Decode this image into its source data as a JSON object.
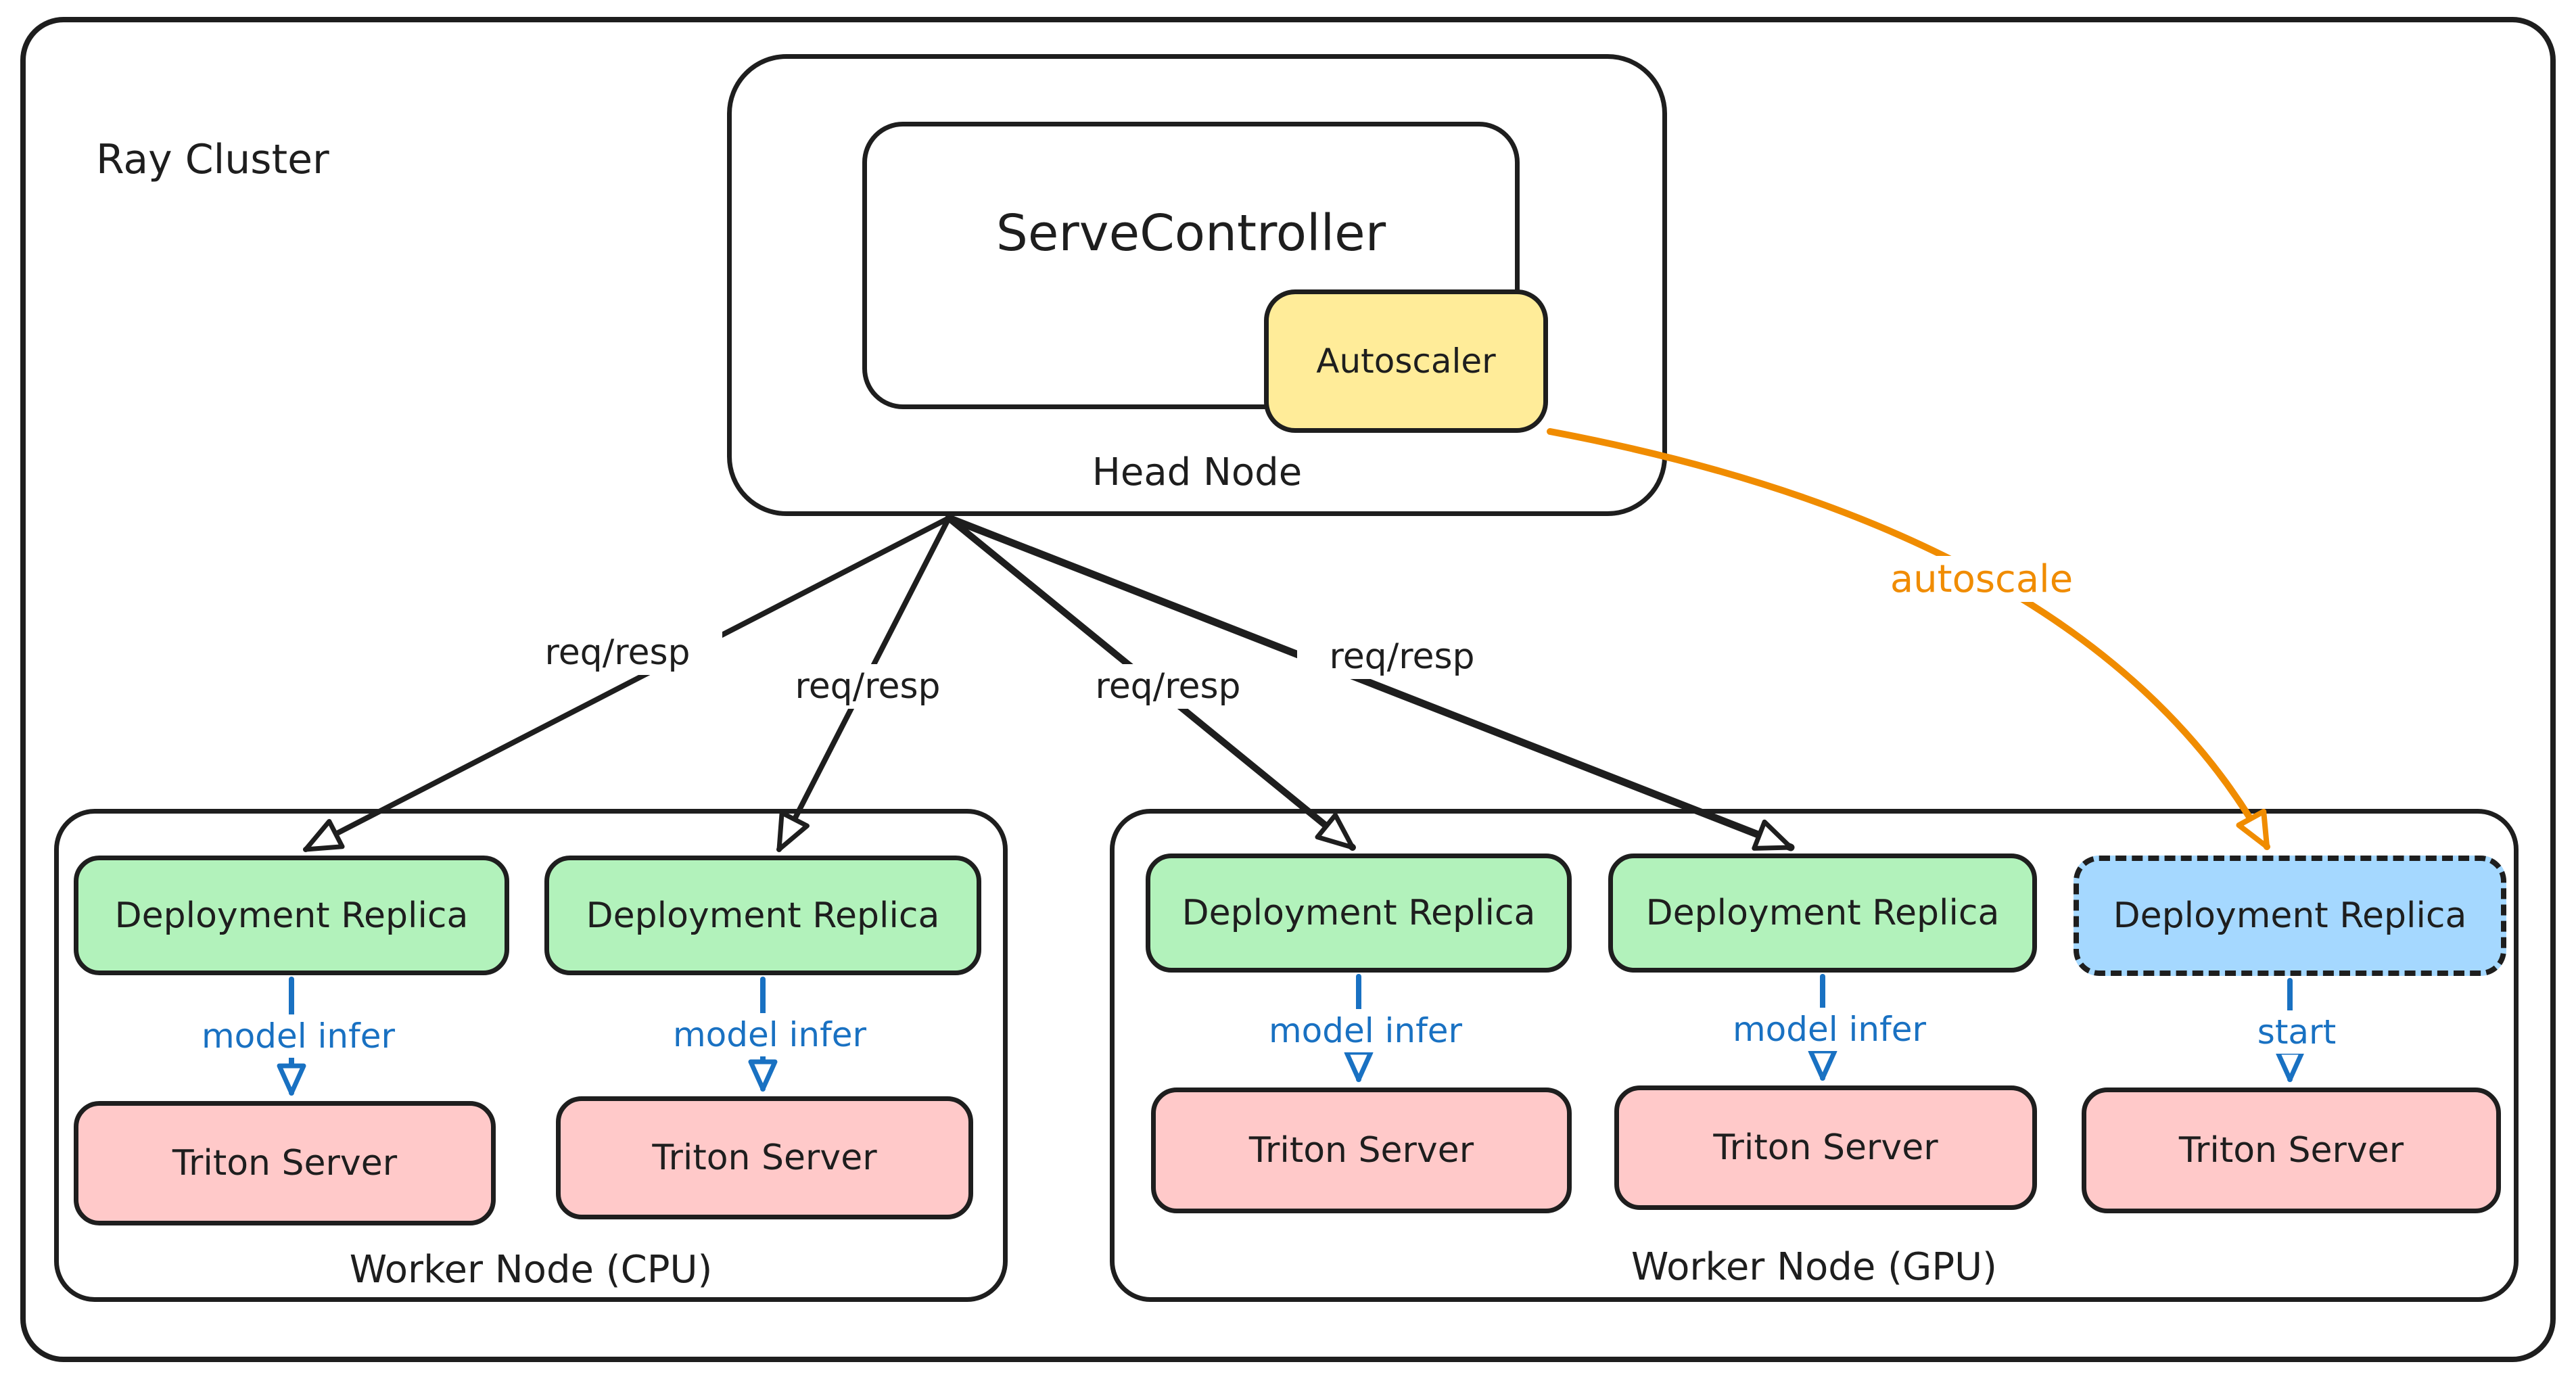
{
  "colors": {
    "stroke": "#1e1e1e",
    "replica_green": "#b2f2bb",
    "server_red": "#ffc9c9",
    "autoscaler_yellow": "#ffec99",
    "pending_blue": "#a5d8ff",
    "action_blue": "#1971c2",
    "autoscale_orange": "#f08c00"
  },
  "cluster": {
    "label": "Ray Cluster"
  },
  "head_node": {
    "label": "Head Node",
    "serve_controller_label": "ServeController",
    "autoscaler_label": "Autoscaler"
  },
  "edges": {
    "req_resp_labels": [
      "req/resp",
      "req/resp",
      "req/resp",
      "req/resp"
    ],
    "autoscale_label": "autoscale"
  },
  "worker_node_cpu": {
    "label": "Worker Node (CPU)",
    "replicas": [
      {
        "label": "Deployment Replica",
        "action": "model infer",
        "server": "Triton Server"
      },
      {
        "label": "Deployment Replica",
        "action": "model infer",
        "server": "Triton Server"
      }
    ]
  },
  "worker_node_gpu": {
    "label": "Worker Node (GPU)",
    "replicas": [
      {
        "label": "Deployment Replica",
        "action": "model infer",
        "server": "Triton Server"
      },
      {
        "label": "Deployment Replica",
        "action": "model infer",
        "server": "Triton Server"
      },
      {
        "label": "Deployment Replica",
        "action": "start",
        "server": "Triton Server"
      }
    ]
  }
}
